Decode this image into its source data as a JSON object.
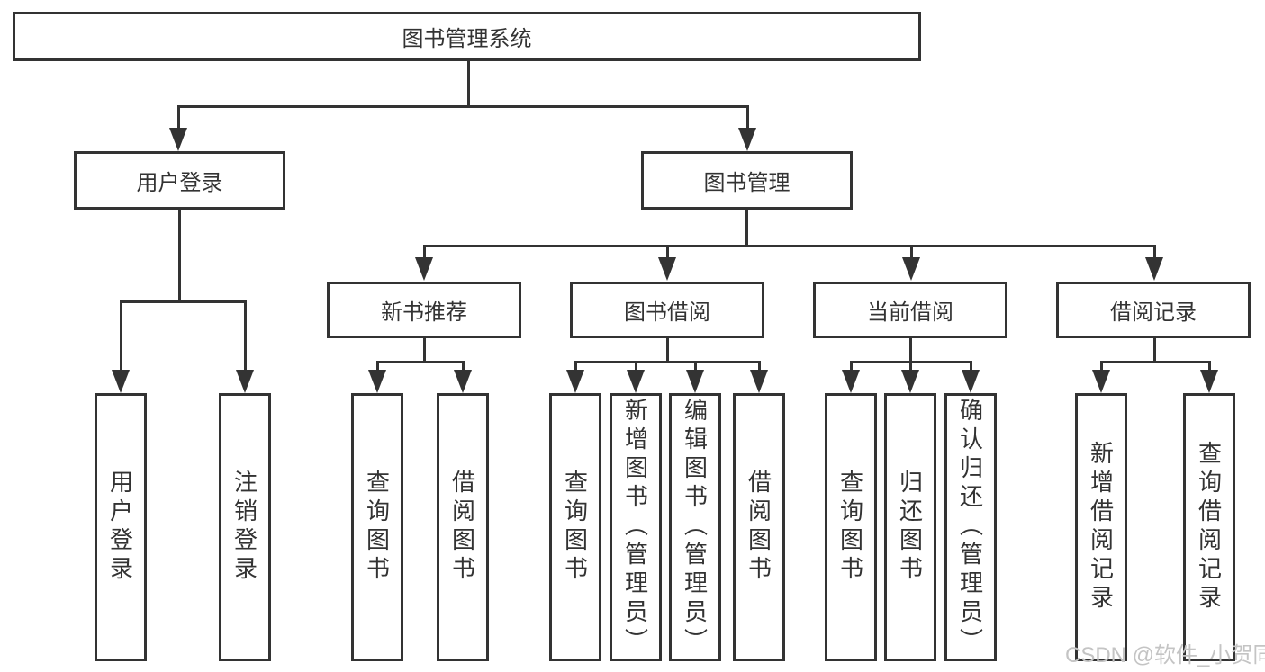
{
  "diagram": {
    "root": {
      "label": "图书管理系统"
    },
    "children": [
      {
        "label": "用户登录",
        "children": [
          {
            "label": "用户登录"
          },
          {
            "label": "注销登录"
          }
        ]
      },
      {
        "label": "图书管理",
        "children": [
          {
            "label": "新书推荐",
            "children": [
              {
                "label": "查询图书"
              },
              {
                "label": "借阅图书"
              }
            ]
          },
          {
            "label": "图书借阅",
            "children": [
              {
                "label": "查询图书"
              },
              {
                "label": "新增图书（管理员）"
              },
              {
                "label": "编辑图书（管理员）"
              },
              {
                "label": "借阅图书"
              }
            ]
          },
          {
            "label": "当前借阅",
            "children": [
              {
                "label": "查询图书"
              },
              {
                "label": "归还图书"
              },
              {
                "label": "确认归还（管理员）"
              }
            ]
          },
          {
            "label": "借阅记录",
            "children": [
              {
                "label": "新增借阅记录"
              },
              {
                "label": "查询借阅记录"
              }
            ]
          }
        ]
      }
    ]
  },
  "watermark": {
    "text": "CSDN @软件_小贺同学"
  },
  "colors": {
    "line": "#333333",
    "box_fill": "#ffffff",
    "text": "#333333",
    "watermark": "#c4c4c4",
    "background": "#ffffff"
  }
}
